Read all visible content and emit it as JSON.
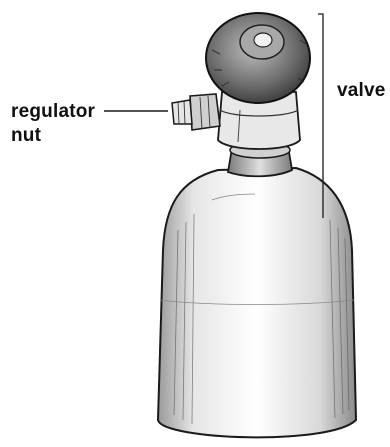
{
  "labels": {
    "regulator_line1": "regulator",
    "regulator_line2": "nut",
    "valve": "valve"
  },
  "colors": {
    "ink": "#1a1a1a",
    "background": "#ffffff",
    "shade": "#cfcfcf"
  }
}
